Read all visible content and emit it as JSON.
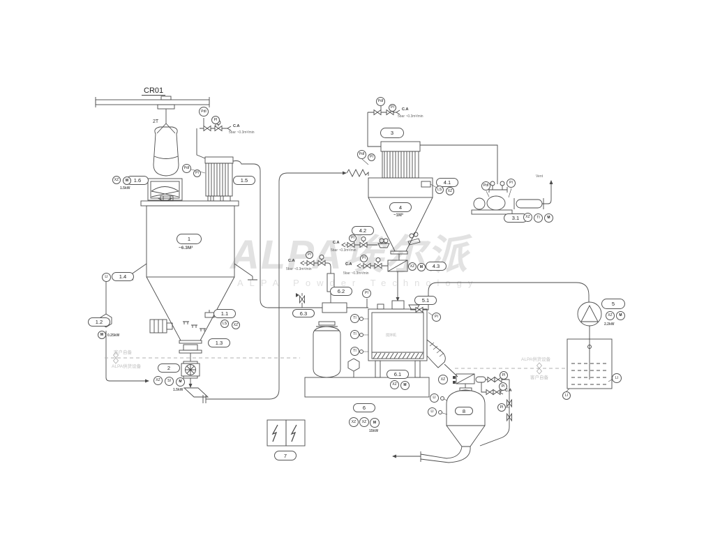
{
  "watermark": {
    "brand": "ALPA埃尔派",
    "subtitle": "ALPA Powder Technology"
  },
  "annotations": {
    "crane": "CR01",
    "bag_weight": "2T",
    "vent": "Vent",
    "ca": "C.A",
    "ca_spec": "5bar ~0.3m³/min",
    "mixer_name": "搅拌机"
  },
  "boundary": {
    "customer": "客户自备",
    "alpa": "ALPA供货设备"
  },
  "tags": {
    "t1": {
      "label": "1",
      "spec": "~6.3M³"
    },
    "t1_1": {
      "label": "1.1"
    },
    "t1_2": {
      "label": "1.2"
    },
    "t1_3": {
      "label": "1.3"
    },
    "t1_4": {
      "label": "1.4"
    },
    "t1_5": {
      "label": "1.5"
    },
    "t1_6": {
      "label": "1.6"
    },
    "t2": {
      "label": "2"
    },
    "t3": {
      "label": "3"
    },
    "t3_1": {
      "label": "3.1"
    },
    "t4": {
      "label": "4",
      "spec": "~1M³"
    },
    "t4_1": {
      "label": "4.1"
    },
    "t4_2": {
      "label": "4.2"
    },
    "t4_3": {
      "label": "4.3"
    },
    "t5": {
      "label": "5"
    },
    "t5_1": {
      "label": "5.1"
    },
    "t6": {
      "label": "6"
    },
    "t6_1": {
      "label": "6.1"
    },
    "t6_2": {
      "label": "6.2"
    },
    "t6_3": {
      "label": "6.3"
    },
    "t7": {
      "label": "7"
    },
    "t8": {
      "label": "8"
    }
  },
  "instruments": {
    "pdi": "PdI",
    "pi": "PI",
    "ti": "TI",
    "li": "LI",
    "ls": "LS",
    "xz": "XZ",
    "si": "SI",
    "motor": "M"
  },
  "specs": {
    "kw_1_6": "1.5kW",
    "kw_1_2": "0.25kW",
    "kw_2": "1.5kW",
    "kw_5": "2.2kW",
    "kw_6": "15kW"
  }
}
